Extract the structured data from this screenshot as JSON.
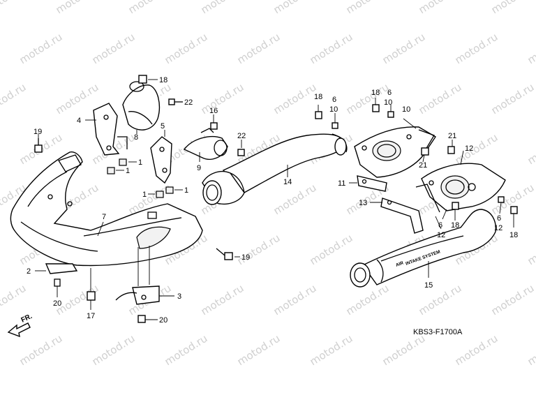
{
  "watermark": {
    "text": "motod.ru"
  },
  "diagram": {
    "code": "KBS3-F1700A",
    "direction_label": "FR.",
    "inlay_text": [
      "AIR",
      "INTAKE SYSTEM"
    ]
  },
  "callouts": [
    {
      "id": "c18a",
      "text": "18"
    },
    {
      "id": "c22a",
      "text": "22"
    },
    {
      "id": "c16",
      "text": "16"
    },
    {
      "id": "c4",
      "text": "4"
    },
    {
      "id": "c8",
      "text": "8"
    },
    {
      "id": "c5",
      "text": "5"
    },
    {
      "id": "c19a",
      "text": "19"
    },
    {
      "id": "c1a",
      "text": "1"
    },
    {
      "id": "c1b",
      "text": "1"
    },
    {
      "id": "c1c",
      "text": "1"
    },
    {
      "id": "c1d",
      "text": "1"
    },
    {
      "id": "c9",
      "text": "9"
    },
    {
      "id": "c22b",
      "text": "22"
    },
    {
      "id": "c7",
      "text": "7"
    },
    {
      "id": "c19b",
      "text": "19"
    },
    {
      "id": "c2",
      "text": "2"
    },
    {
      "id": "c20a",
      "text": "20"
    },
    {
      "id": "c17",
      "text": "17"
    },
    {
      "id": "c3",
      "text": "3"
    },
    {
      "id": "c20b",
      "text": "20"
    },
    {
      "id": "c14",
      "text": "14"
    },
    {
      "id": "c18b",
      "text": "18"
    },
    {
      "id": "c6a",
      "text": "6"
    },
    {
      "id": "c10a",
      "text": "10"
    },
    {
      "id": "c18c",
      "text": "18"
    },
    {
      "id": "c6b",
      "text": "6"
    },
    {
      "id": "c10b",
      "text": "10"
    },
    {
      "id": "c10c",
      "text": "10"
    },
    {
      "id": "c21a",
      "text": "21"
    },
    {
      "id": "c12a",
      "text": "12"
    },
    {
      "id": "c21b",
      "text": "21"
    },
    {
      "id": "c11",
      "text": "11"
    },
    {
      "id": "c13",
      "text": "13"
    },
    {
      "id": "c6c",
      "text": "6"
    },
    {
      "id": "c18d",
      "text": "18"
    },
    {
      "id": "c12b",
      "text": "12"
    },
    {
      "id": "c6d",
      "text": "6"
    },
    {
      "id": "c12c",
      "text": "12"
    },
    {
      "id": "c18e",
      "text": "18"
    },
    {
      "id": "c15",
      "text": "15"
    }
  ]
}
